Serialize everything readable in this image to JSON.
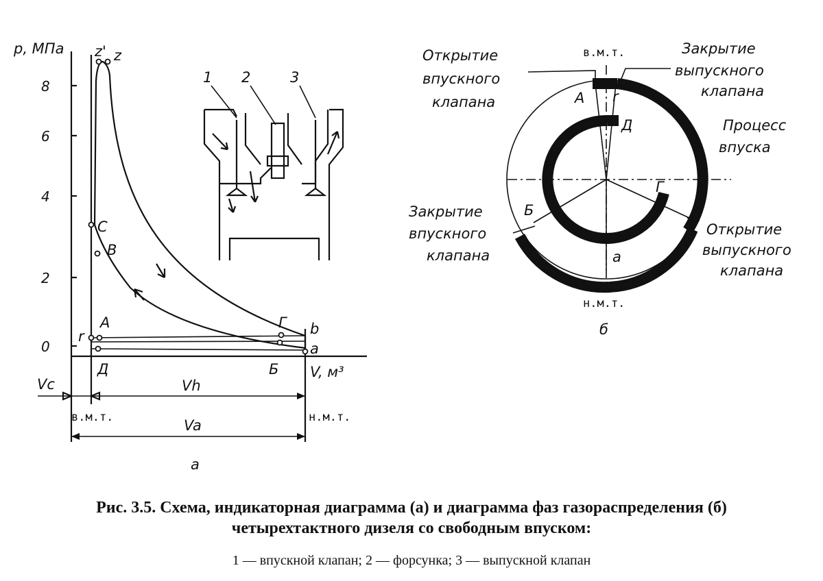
{
  "indicator": {
    "axis_p": "p, МПа",
    "axis_v": "V, м³",
    "ticks": [
      "0",
      "2",
      "4",
      "6",
      "8"
    ],
    "points": {
      "z_prime": "z'",
      "z": "z",
      "C": "C",
      "B": "B",
      "r": "r",
      "A": "A",
      "D": "Д",
      "G": "Г",
      "b": "b",
      "a": "a",
      "Bcyr": "Б"
    },
    "vc": "Vc",
    "vh": "Vh",
    "va": "Va",
    "tdc": "в.м.т.",
    "bdc": "н.м.т.",
    "sub_a": "а"
  },
  "scheme": {
    "n1": "1",
    "n2": "2",
    "n3": "3"
  },
  "phase": {
    "tdc": "в.м.т.",
    "bdc": "н.м.т.",
    "A": "A",
    "r": "r",
    "D": "Д",
    "Bcyr": "Б",
    "G": "Г",
    "a": "а",
    "inlet_open": [
      "Открытие",
      "впускного",
      "клапана"
    ],
    "exhaust_close": [
      "Закрытие",
      "выпускного",
      "клапана"
    ],
    "intake_process": [
      "Процесс",
      "впуска"
    ],
    "inlet_close": [
      "Закрытие",
      "впускного",
      "клапана"
    ],
    "exhaust_open": [
      "Открытие",
      "выпускного",
      "клапана"
    ],
    "sub_b": "б"
  },
  "caption": {
    "line1": "Рис. 3.5. Схема, индикаторная диаграмма (а) и диаграмма фаз газораспределения (б)",
    "line2": "четырехтактного дизеля со свободным впуском:",
    "legend": "1 — впускной клапан; 2 — форсунка; 3 — выпускной клапан"
  }
}
